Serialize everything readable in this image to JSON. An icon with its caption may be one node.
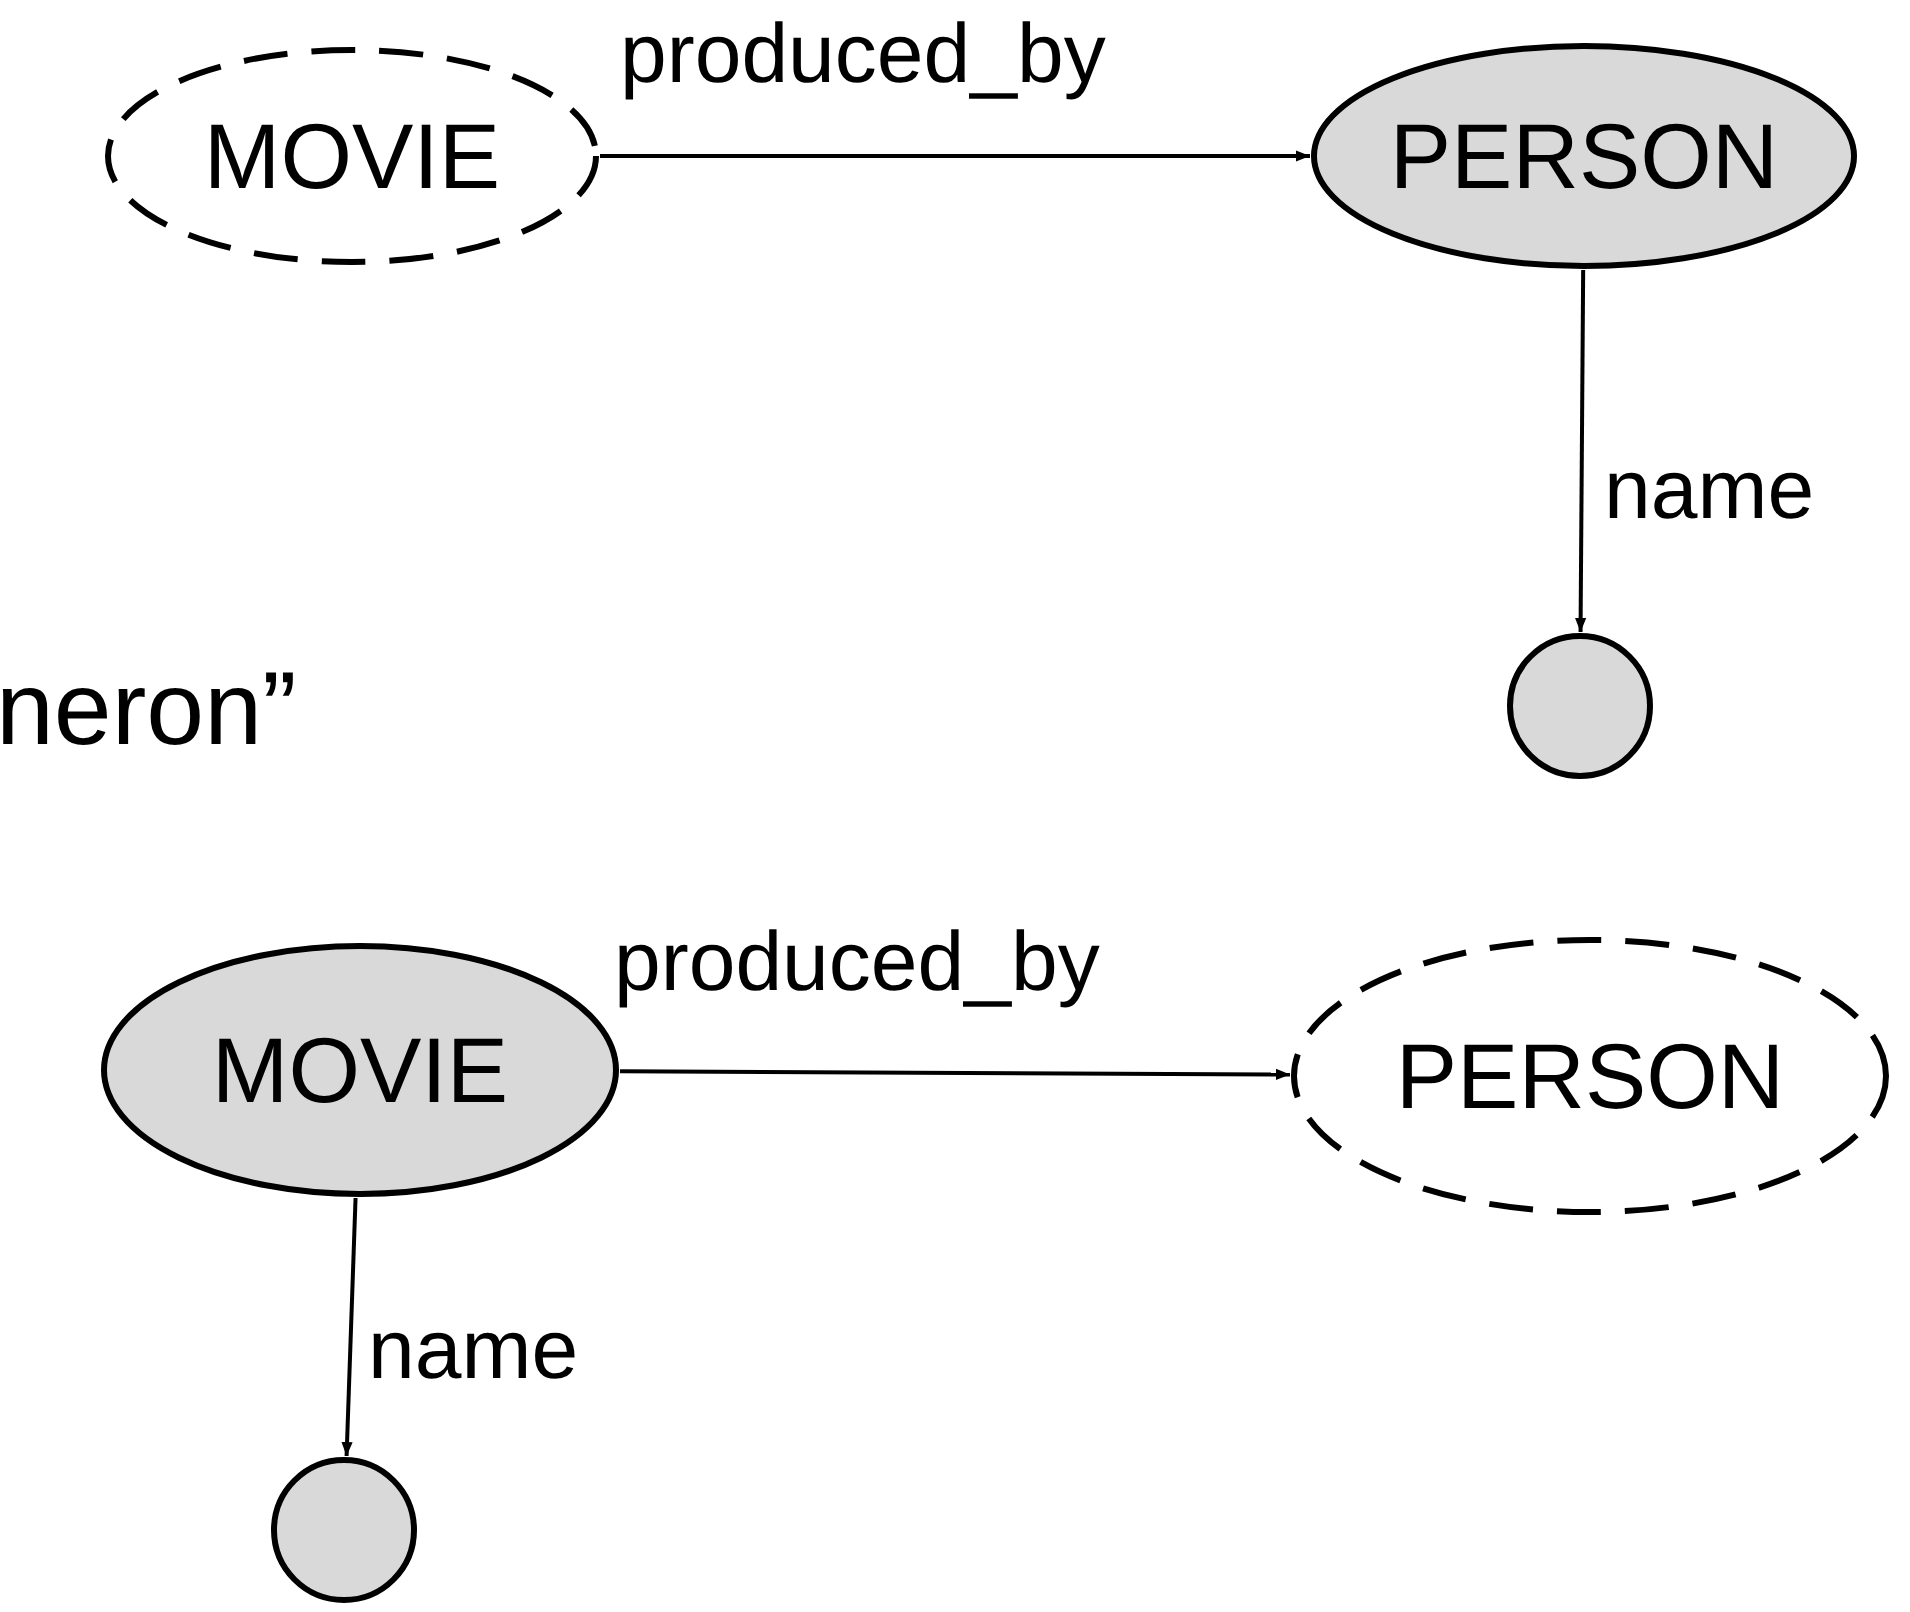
{
  "diagram": {
    "nodes": [
      {
        "text": [
          "MOVIE"
        ]
      },
      {
        "text": [
          "PERSON"
        ]
      },
      {
        "text": [],
        "shape": "circle"
      },
      {
        "text": [
          "MOVIE"
        ]
      },
      {
        "text": [
          "PERSON"
        ]
      },
      {
        "text": [],
        "shape": "circle"
      }
    ],
    "edges": [
      {
        "from": 0,
        "to": 1,
        "arrow": "to",
        "label": "produced_by"
      },
      {
        "from": 1,
        "to": 2,
        "arrow": "to",
        "label": "name"
      },
      {
        "from": 3,
        "to": 4,
        "arrow": "to",
        "label": "produced_by"
      },
      {
        "from": 3,
        "to": 5,
        "arrow": "to",
        "label": "name"
      }
    ],
    "labels": [
      "neron”"
    ]
  }
}
